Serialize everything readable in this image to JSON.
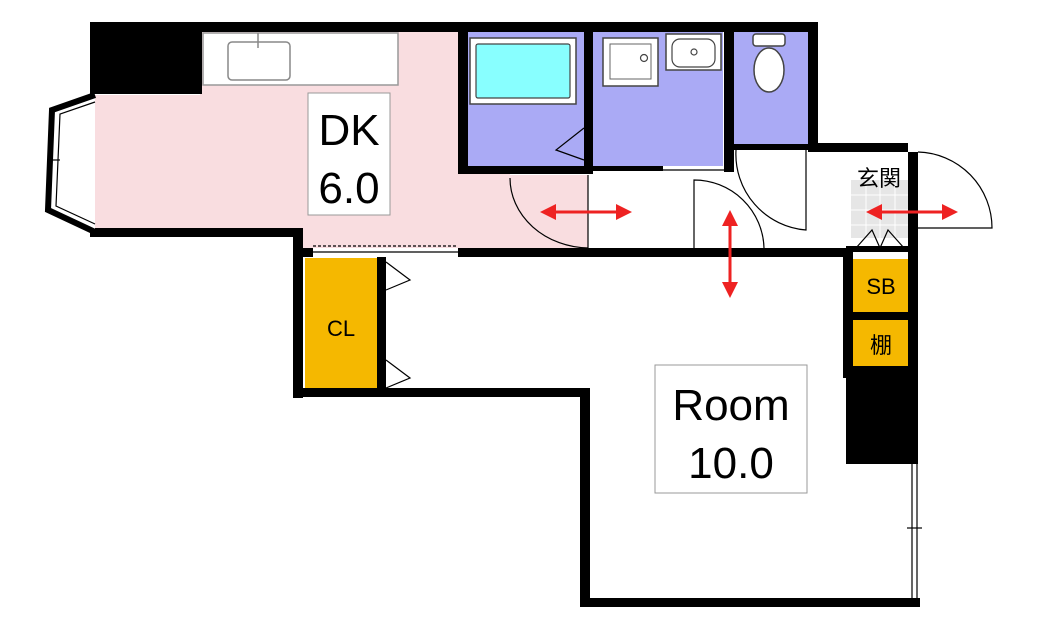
{
  "rooms": {
    "dk": {
      "name": "DK",
      "area": "6.0",
      "fill": "#f9dde0"
    },
    "room": {
      "name": "Room",
      "area": "10.0",
      "fill": "#ffffff"
    }
  },
  "storage": {
    "closet": {
      "label": "CL",
      "fill": "#f5b800"
    },
    "shoe_box": {
      "label": "SB",
      "fill": "#f5b800"
    },
    "shelf": {
      "label": "棚",
      "fill": "#f5b800"
    }
  },
  "entrance": {
    "label": "玄関",
    "floor_fill": "#e6e6e6"
  },
  "wet_area": {
    "fill": "#aaaaf5",
    "bathtub_fill": "#88ffff"
  },
  "colors": {
    "wall": "#000000",
    "arrow": "#ee2222"
  }
}
